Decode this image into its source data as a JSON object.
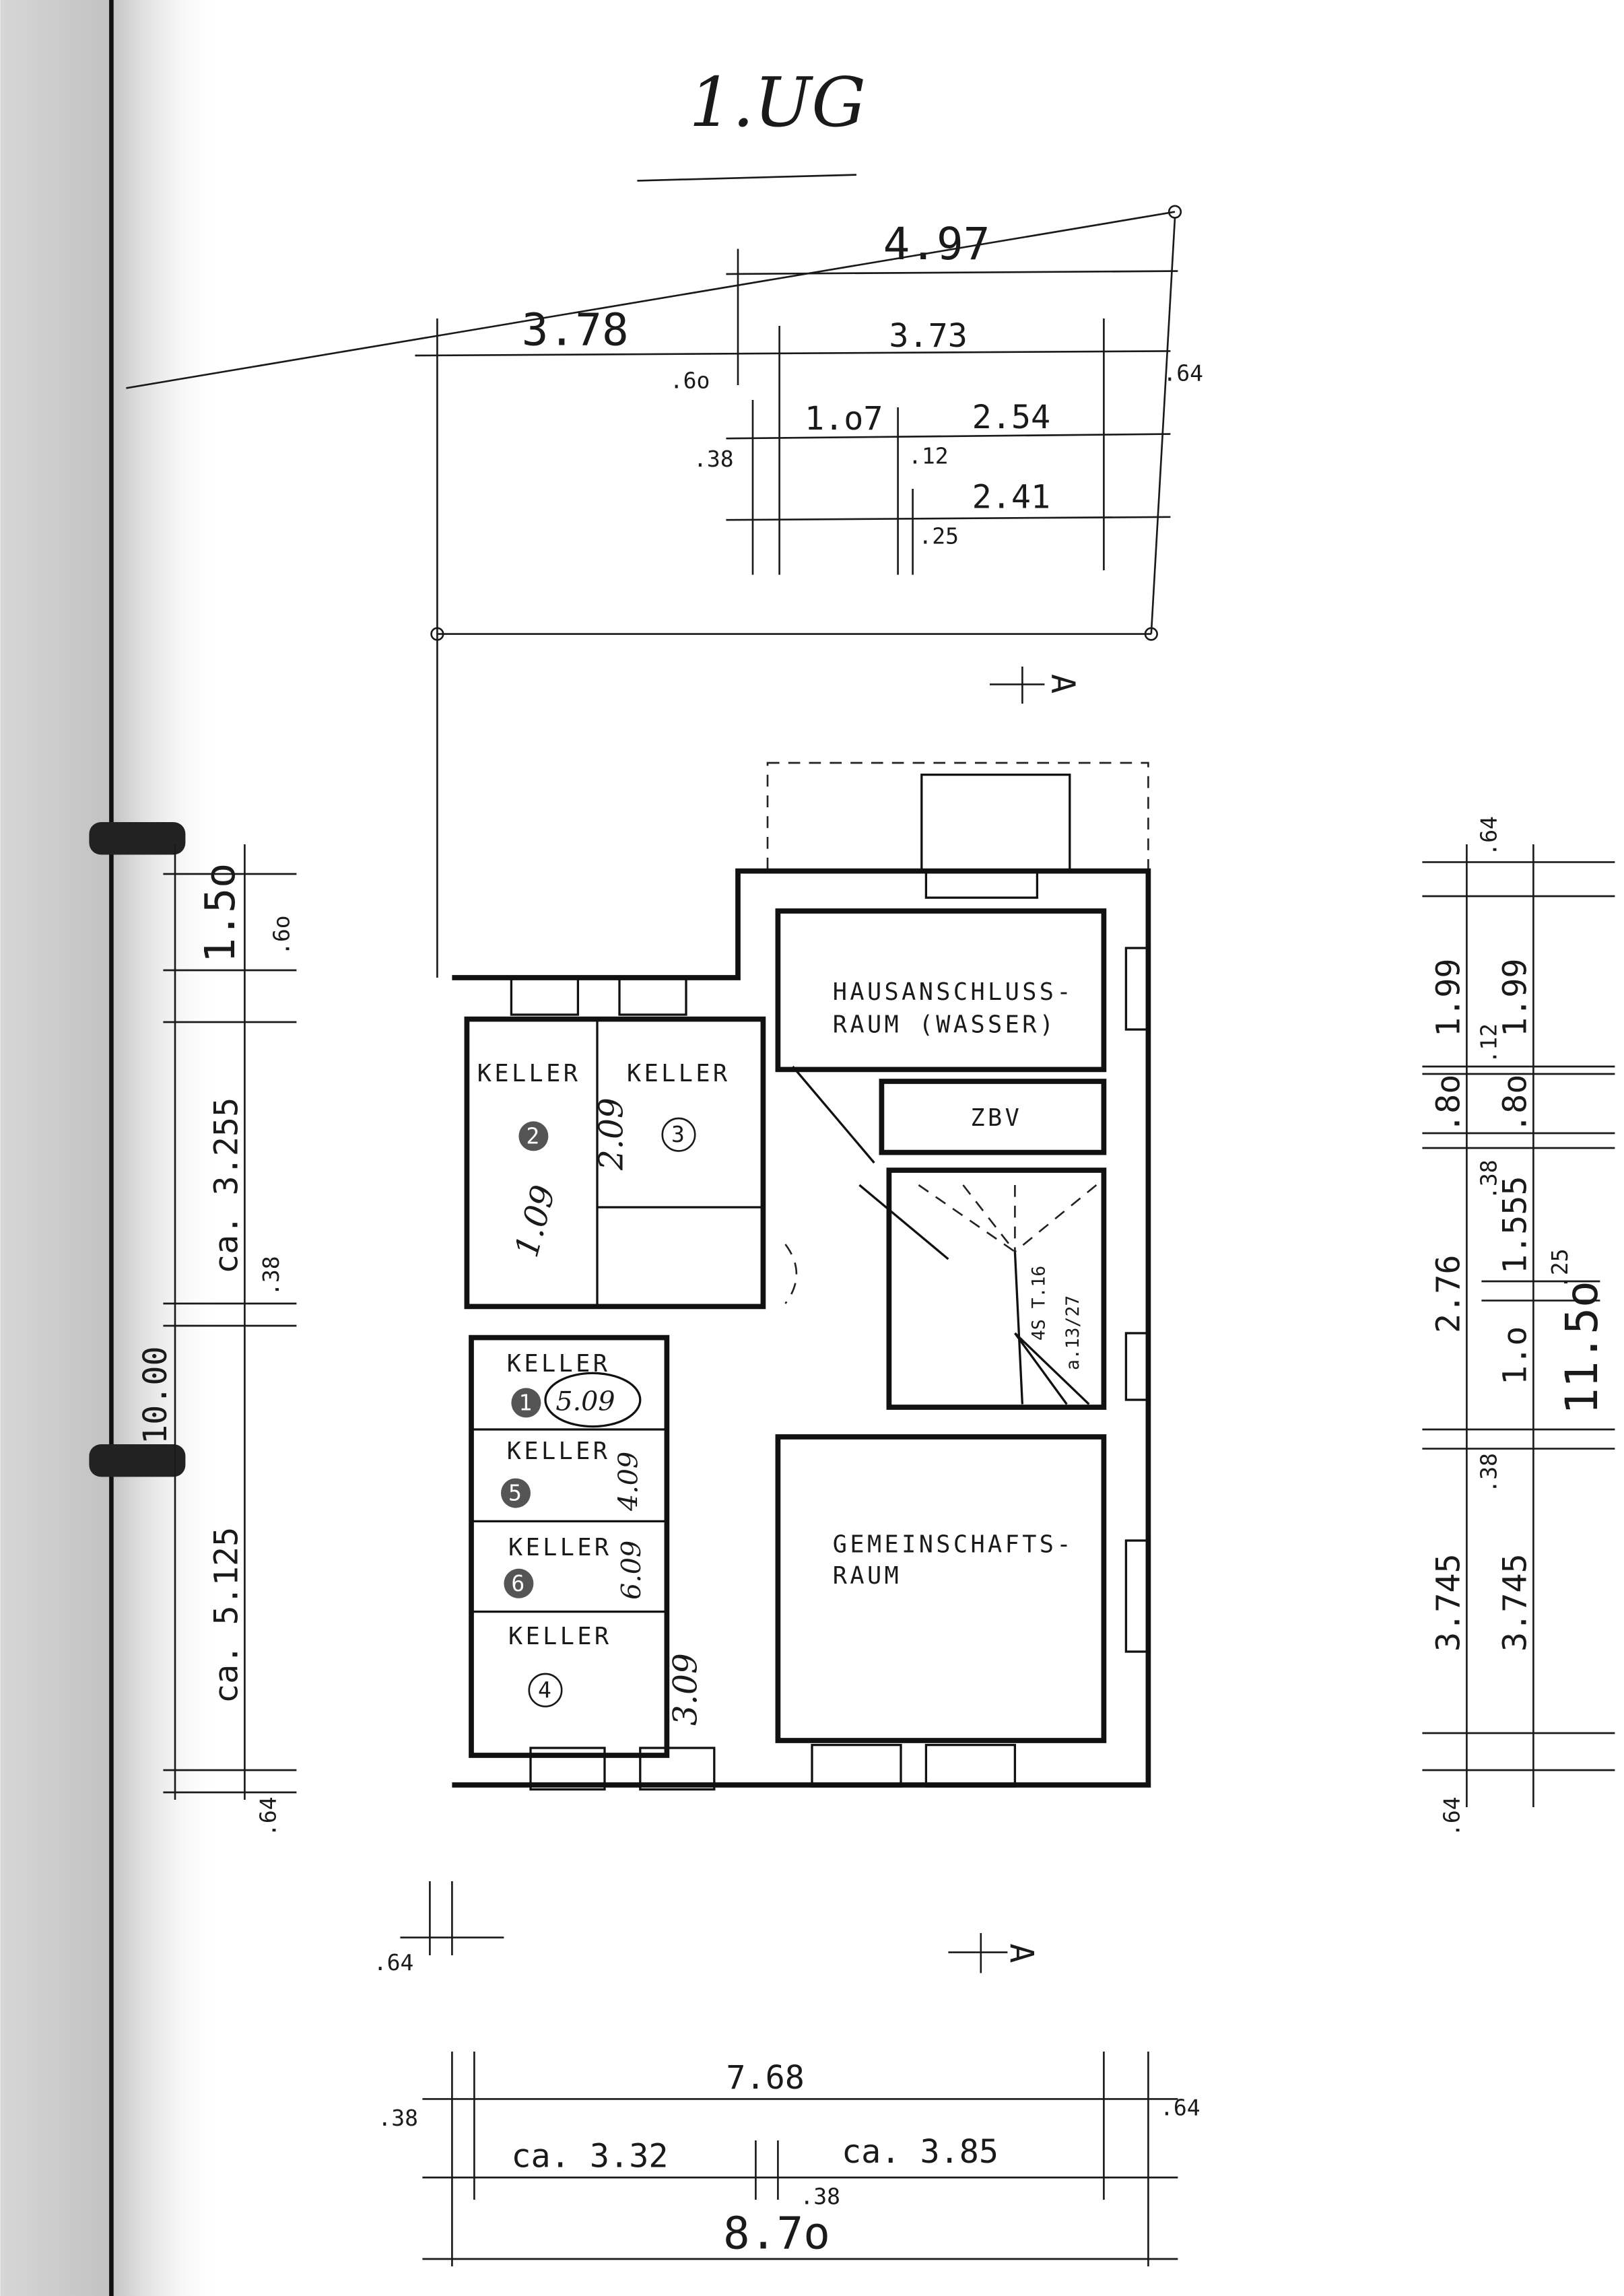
{
  "title": "1.UG",
  "top_dimensions": {
    "d497": "4.97",
    "d378": "3.78",
    "d060": ".6o",
    "d373": "3.73",
    "d064": ".64",
    "d038": ".38",
    "d107": "1.o7",
    "d012": ".12",
    "d254": "2.54",
    "d241": "2.41",
    "d025": ".25"
  },
  "section_marker": "A",
  "rooms": {
    "keller2": {
      "label": "KELLER",
      "number": "2",
      "note": "1.09"
    },
    "keller3": {
      "label": "KELLER",
      "number": "3",
      "note": "2.09"
    },
    "keller1": {
      "label": "KELLER",
      "number": "1",
      "note": "5.09"
    },
    "keller5": {
      "label": "KELLER",
      "number": "5",
      "note": "4.09"
    },
    "keller6": {
      "label": "KELLER",
      "number": "6",
      "note": "6.09"
    },
    "keller4": {
      "label": "KELLER",
      "number": "4",
      "note": "3.09"
    },
    "hausanschluss": {
      "line1": "HAUSANSCHLUSS-",
      "line2": "RAUM (WASSER)"
    },
    "zbv": {
      "label": "ZBV"
    },
    "gemeinschaft": {
      "line1": "GEMEINSCHAFTS-",
      "line2": "RAUM"
    },
    "stair": {
      "line1": "4S T.16",
      "line2": "a.13/27"
    }
  },
  "left_dimensions": {
    "d150": "1.5o",
    "d060": ".6o",
    "d3255": "ca. 3.255",
    "d038": ".38",
    "d1000": "10.00",
    "d5125": "ca. 5.125",
    "d064": ".64"
  },
  "right_dimensions": {
    "outer": {
      "d064": ".64",
      "d199": "1.99",
      "d012": ".12",
      "d080": ".8o",
      "d038a": ".38",
      "d276": "2.76",
      "d038b": ".38",
      "d3745": "3.745",
      "d064b": ".64"
    },
    "inner": {
      "d199": "1.99",
      "d080": ".8o",
      "d1555": "1.555",
      "d025": ".25",
      "d10": "1.o",
      "d3745": "3.745",
      "total": "11.5o"
    }
  },
  "bottom_dimensions": {
    "d064top": ".64",
    "d768": "7.68",
    "d038": ".38",
    "d064": ".64",
    "d332": "ca. 3.32",
    "d385": "ca. 3.85",
    "d038b": ".38",
    "d870": "8.7o"
  }
}
